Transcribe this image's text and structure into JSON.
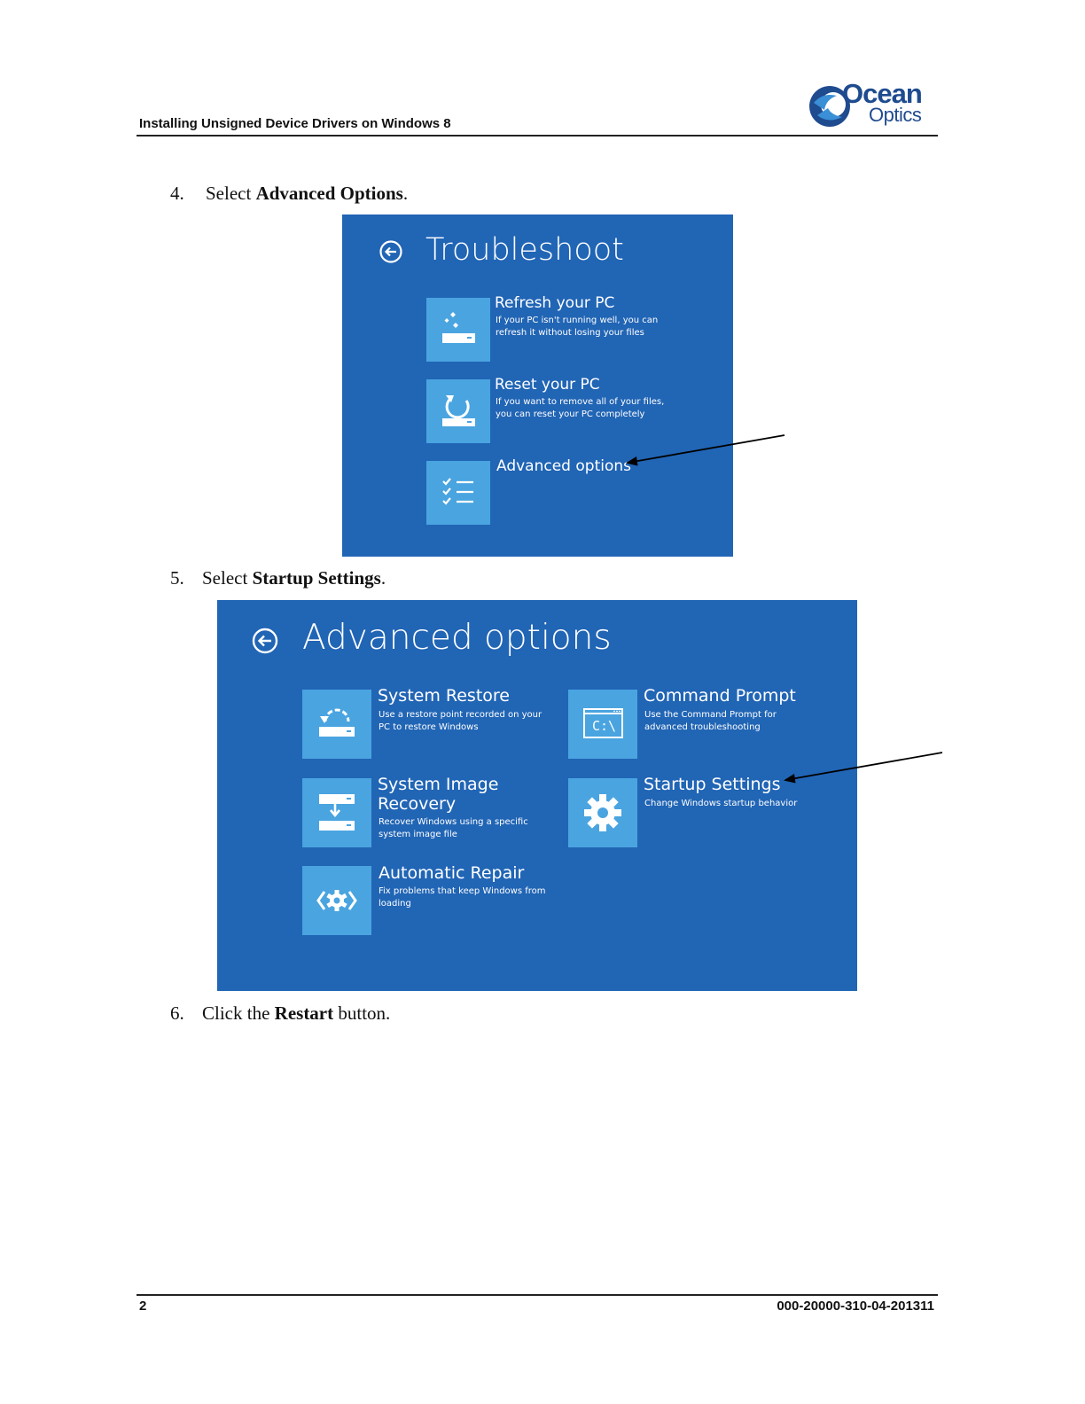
{
  "header": {
    "title": "Installing Unsigned Device Drivers on Windows 8",
    "logo_line1": "Ocean",
    "logo_line2": "Optics"
  },
  "steps": [
    {
      "num": "4.",
      "prefix": "Select ",
      "bold": "Advanced Options",
      "suffix": "."
    },
    {
      "num": "5.",
      "prefix": "Select ",
      "bold": "Startup Settings",
      "suffix": "."
    },
    {
      "num": "6.",
      "prefix": "Click the ",
      "bold": "Restart",
      "suffix": " button."
    }
  ],
  "troubleshoot": {
    "title": "Troubleshoot",
    "background": "#2165b5",
    "tile_color": "#4aa4e0",
    "options": [
      {
        "title": "Refresh your PC",
        "desc1": "If your PC isn't running well, you can",
        "desc2": "refresh it without losing your files",
        "icon": "refresh-pc-icon"
      },
      {
        "title": "Reset your PC",
        "desc1": "If you want to remove all of your files,",
        "desc2": "you can reset your PC completely",
        "icon": "reset-pc-icon"
      },
      {
        "title": "Advanced options",
        "desc1": "",
        "desc2": "",
        "icon": "checklist-icon"
      }
    ]
  },
  "advanced": {
    "title": "Advanced options",
    "options": [
      {
        "title": "System Restore",
        "desc1": "Use a restore point recorded on your",
        "desc2": "PC to restore Windows",
        "icon": "system-restore-icon"
      },
      {
        "title": "Command Prompt",
        "desc1": "Use the Command Prompt for",
        "desc2": "advanced troubleshooting",
        "icon": "command-prompt-icon",
        "icon_text": "C:\\"
      },
      {
        "title": "System Image",
        "title2": "Recovery",
        "desc1": "Recover Windows using a specific",
        "desc2": "system image file",
        "icon": "system-image-icon"
      },
      {
        "title": "Startup Settings",
        "desc1": "Change Windows startup behavior",
        "desc2": "",
        "icon": "gear-icon"
      },
      {
        "title": "Automatic Repair",
        "desc1": "Fix problems that keep Windows from",
        "desc2": "loading",
        "icon": "automatic-repair-icon"
      }
    ]
  },
  "footer": {
    "page": "2",
    "doc_number": "000-20000-310-04-201311"
  }
}
